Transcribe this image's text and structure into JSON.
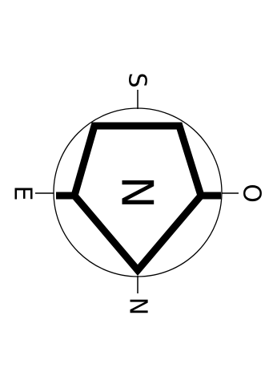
{
  "compass": {
    "labels": {
      "top": "S",
      "left": "E",
      "right": "O",
      "bottom": "N",
      "center": "N"
    },
    "colors": {
      "stroke": "#000000",
      "background": "#ffffff"
    }
  }
}
